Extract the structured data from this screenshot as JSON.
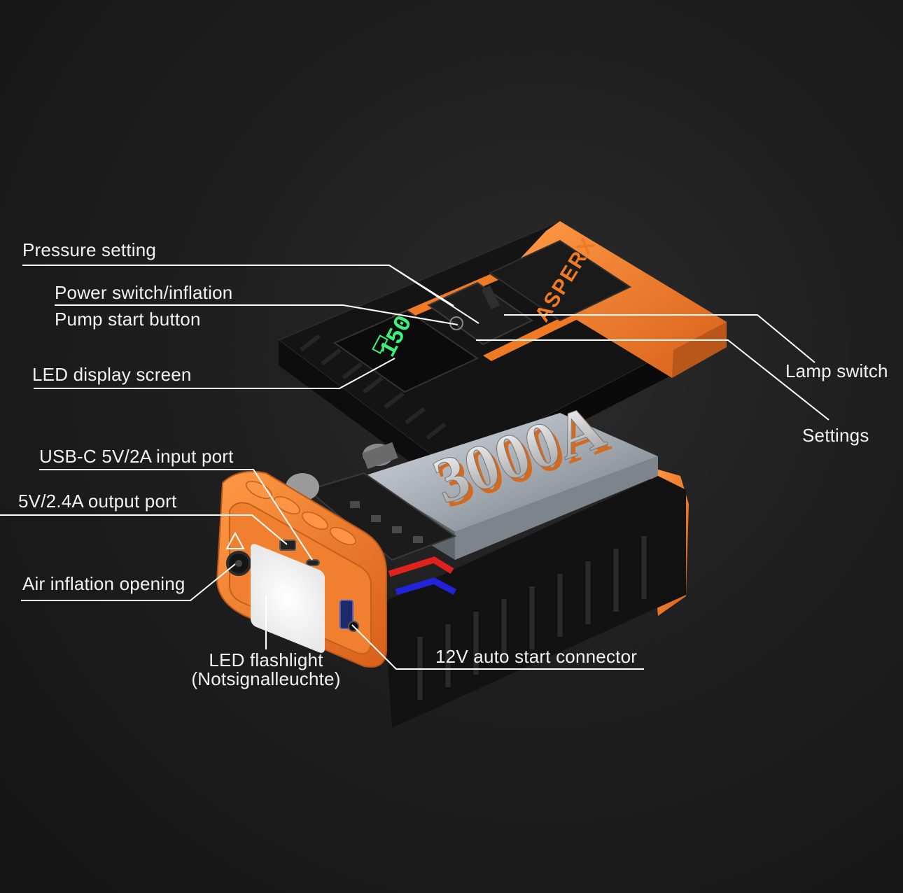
{
  "product": {
    "brand": "ASPERX",
    "rating_badge": "3000A",
    "display_reading": "150"
  },
  "callouts": {
    "pressure_setting": "Pressure setting",
    "power_switch_line1": "Power switch/inflation",
    "power_switch_line2": "Pump start button",
    "led_display": "LED display screen",
    "usb_c_input": "USB-C 5V/2A input port",
    "usb_output": "5V/2.4A output port",
    "air_inflation": "Air inflation opening",
    "flashlight_line1": "LED flashlight",
    "flashlight_line2": "(Notsignalleuchte)",
    "auto_start": "12V auto start connector",
    "lamp_switch": "Lamp switch",
    "settings": "Settings"
  },
  "colors": {
    "background": "#1c1c1c",
    "accent_orange": "#f07a23",
    "body_black": "#141414",
    "led_green": "#3cf07a",
    "leader_line": "#ffffff"
  }
}
